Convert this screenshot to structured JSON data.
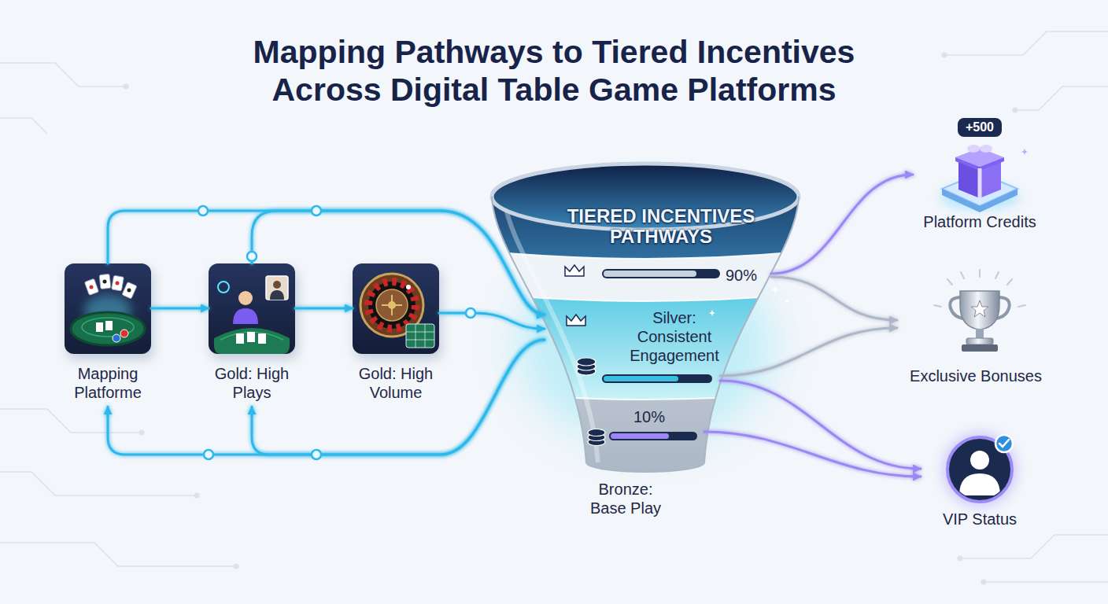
{
  "diagram": {
    "title": "Mapping Pathways to Tiered Incentives Across Digital Table Game Platforms",
    "nodes": [
      {
        "text": [
          "Mapping Platforme"
        ]
      },
      {
        "text": [
          "Gold: High Plays"
        ]
      },
      {
        "text": [
          "Gold: High Volume"
        ]
      },
      {
        "text": [
          "TIERED INCENTIVES PATHWAYS"
        ]
      },
      {
        "text": [
          "90%"
        ],
        "in": 3
      },
      {
        "text": [
          "Silver: Consistent Engagement"
        ],
        "in": 3
      },
      {
        "text": [
          "10%",
          "Bronze: Base Play"
        ],
        "in": 3
      },
      {
        "text": [
          "+500",
          "Platform Credits"
        ]
      },
      {
        "text": [
          "Exclusive Bonuses"
        ]
      },
      {
        "text": [
          "VIP Status"
        ]
      }
    ],
    "edges": [
      {
        "from": 0,
        "to": 1,
        "arrow": "to"
      },
      {
        "from": 1,
        "to": 2,
        "arrow": "to"
      },
      {
        "from": 2,
        "to": 3,
        "arrow": "to"
      },
      {
        "from": 0,
        "to": 3,
        "arrow": "to"
      },
      {
        "from": 1,
        "to": 3,
        "arrow": "to"
      },
      {
        "from": 3,
        "to": 0,
        "arrow": "to"
      },
      {
        "from": 3,
        "to": 1,
        "arrow": "to"
      },
      {
        "from": 4,
        "to": 7,
        "arrow": "to"
      },
      {
        "from": 4,
        "to": 8,
        "arrow": "to"
      },
      {
        "from": 5,
        "to": 8,
        "arrow": "to"
      },
      {
        "from": 5,
        "to": 9,
        "arrow": "to"
      },
      {
        "from": 6,
        "to": 9,
        "arrow": "to"
      }
    ]
  }
}
